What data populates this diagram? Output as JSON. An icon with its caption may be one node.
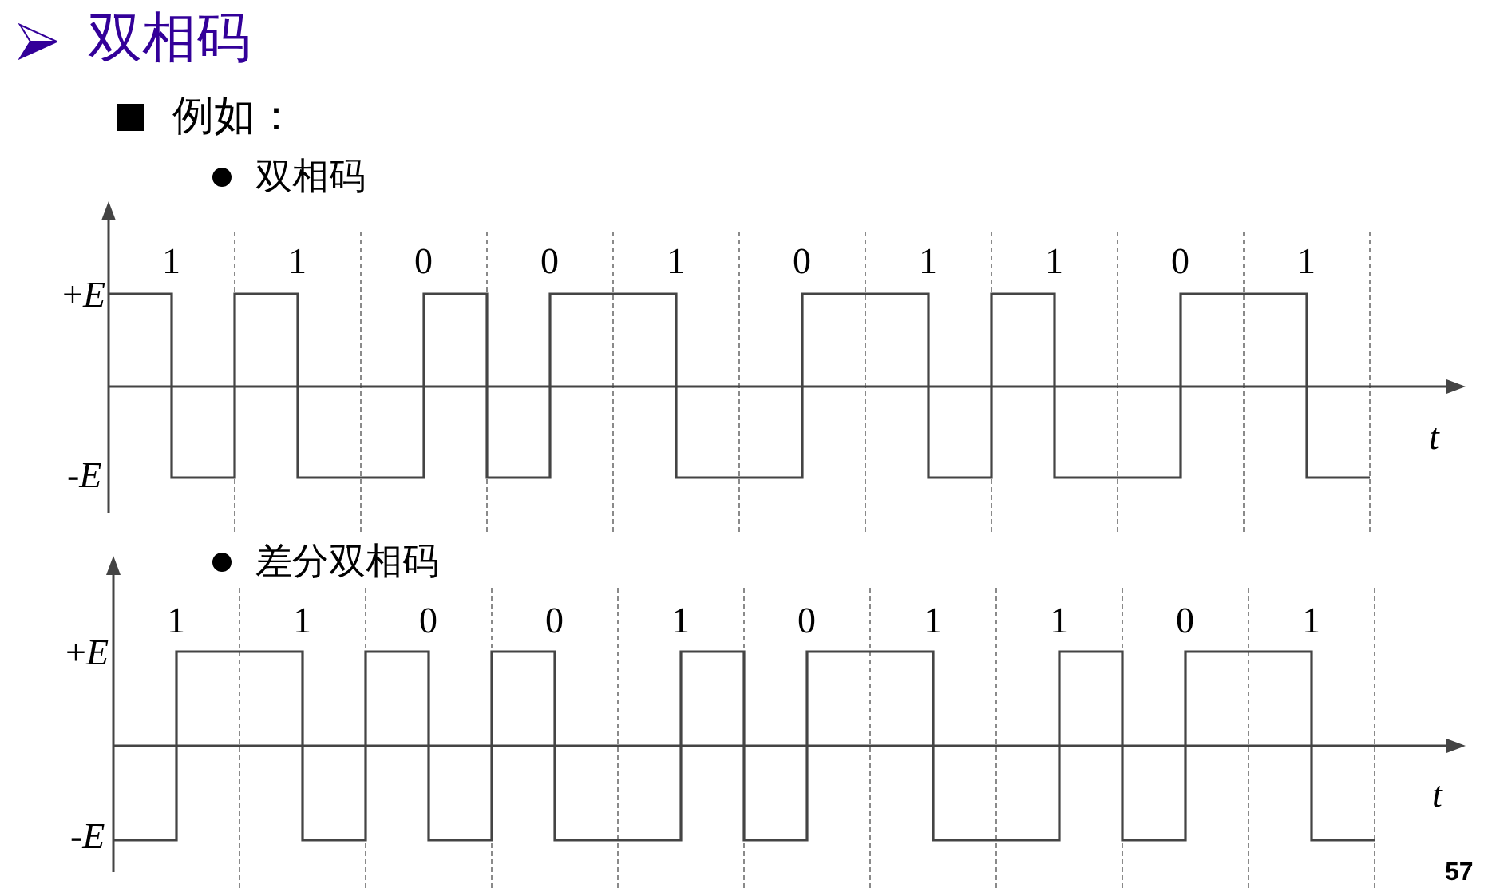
{
  "diagram": {
    "title": "双相码",
    "labels": [
      "例如：",
      "双相码",
      "1",
      "1",
      "0",
      "0",
      "1",
      "0",
      "1",
      "1",
      "0",
      "1",
      "+*E*",
      "-*E*",
      "t",
      "差分双相码",
      "1",
      "1",
      "0",
      "0",
      "1",
      "0",
      "1",
      "1",
      "0",
      "1",
      "+*E*",
      "-*E*",
      "t",
      "57"
    ]
  }
}
